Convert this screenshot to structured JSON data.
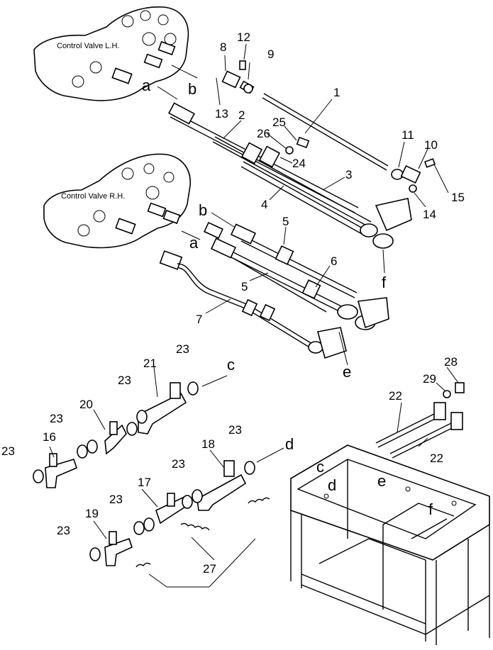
{
  "valves": {
    "lh": "Control Valve L.H.",
    "rh": "Control Valve R.H."
  },
  "labels": {
    "n1": "1",
    "n2": "2",
    "n3": "3",
    "n4": "4",
    "n5a": "5",
    "n5b": "5",
    "n6": "6",
    "n7": "7",
    "n8": "8",
    "n9": "9",
    "n10": "10",
    "n11": "11",
    "n12": "12",
    "n13": "13",
    "n14": "14",
    "n15": "15",
    "n16": "16",
    "n17": "17",
    "n18": "18",
    "n19": "19",
    "n20": "20",
    "n21": "21",
    "n22a": "22",
    "n22b": "22",
    "n23": "23",
    "n24": "24",
    "n25": "25",
    "n26": "26",
    "n27": "27",
    "n28": "28",
    "n29": "29"
  },
  "letters": {
    "a": "a",
    "b": "b",
    "c": "c",
    "d": "d",
    "e": "e",
    "f": "f"
  }
}
